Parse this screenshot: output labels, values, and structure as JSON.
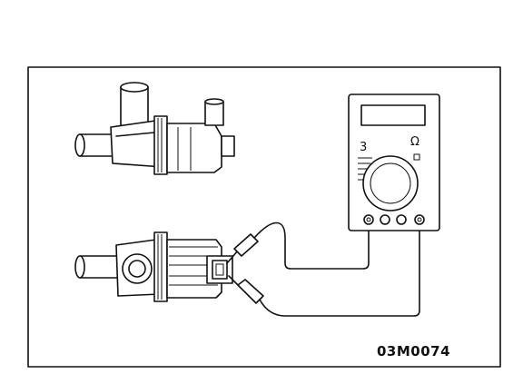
{
  "figure": {
    "code": "03M0074",
    "meter_range_mark": "3",
    "meter_right_mark": "Ω"
  },
  "colors": {
    "ink": "#111111",
    "paper": "#ffffff"
  },
  "icons": {
    "valve_top": "solenoid-valve-side-view",
    "valve_bottom": "solenoid-valve-front-view",
    "meter": "multimeter",
    "probe_a": "test-probe",
    "probe_b": "test-probe"
  }
}
